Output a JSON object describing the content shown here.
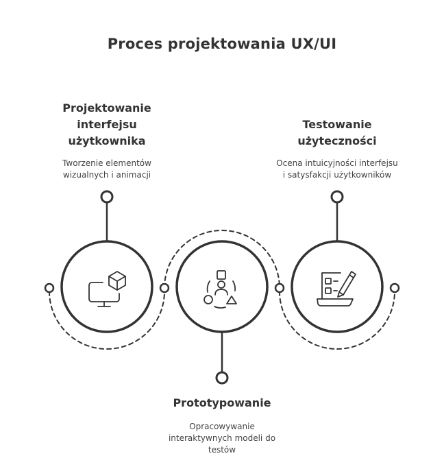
{
  "title": "Proces projektowania UX/UI",
  "stages": [
    {
      "title_lines": [
        "Projektowanie",
        "interfejsu",
        "użytkownika"
      ],
      "desc_lines": [
        "Tworzenie elementów",
        "wizualnych i animacji"
      ],
      "icon": "monitor-cube-icon"
    },
    {
      "title_lines": [
        "Prototypowanie"
      ],
      "desc_lines": [
        "Opracowywanie",
        "interaktywnych modeli do",
        "testów"
      ],
      "icon": "user-shapes-icon"
    },
    {
      "title_lines": [
        "Testowanie",
        "użyteczności"
      ],
      "desc_lines": [
        "Ocena intuicyjności interfejsu",
        "i satysfakcji użytkowników"
      ],
      "icon": "checklist-pen-icon"
    }
  ],
  "colors": {
    "stroke": "#333333",
    "text": "#333333",
    "background": "#ffffff"
  }
}
